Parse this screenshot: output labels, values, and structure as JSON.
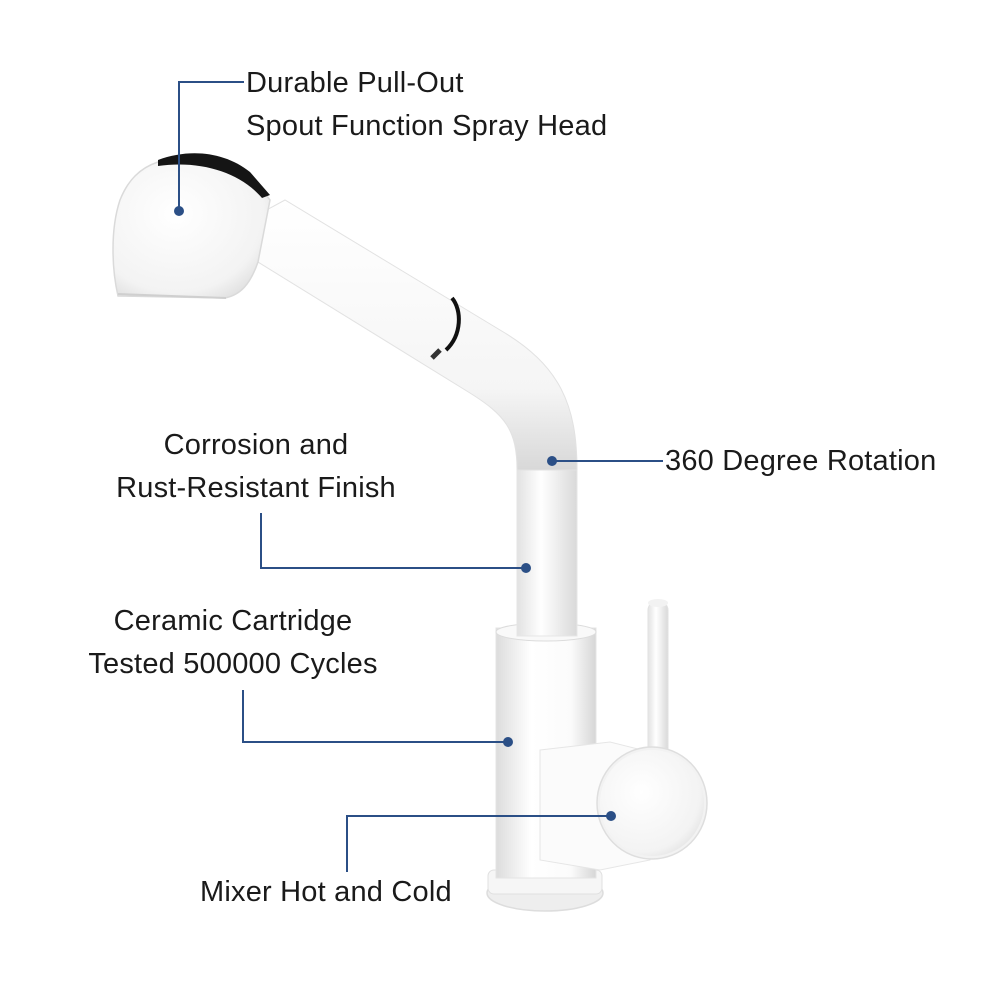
{
  "callouts": {
    "spray_head": {
      "line1": "Durable Pull-Out",
      "line2": "Spout Function Spray Head"
    },
    "finish": {
      "line1": "Corrosion and",
      "line2": "Rust-Resistant Finish"
    },
    "rotation": {
      "line1": "360 Degree Rotation"
    },
    "cartridge": {
      "line1": "Ceramic Cartridge",
      "line2": "Tested 500000 Cycles"
    },
    "mixer": {
      "line1": "Mixer Hot and Cold"
    }
  },
  "colors": {
    "leader": "#2b4f86",
    "faucet": "#ffffff",
    "faucet_shade": "#e3e3e3",
    "accent": "#111111"
  }
}
